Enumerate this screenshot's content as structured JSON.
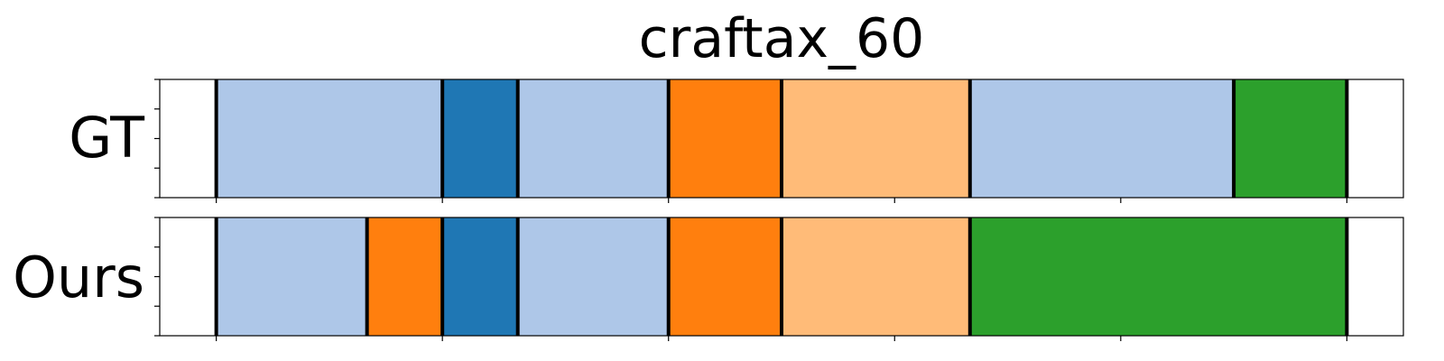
{
  "chart_data": {
    "type": "segmentation",
    "title": "craftax_60",
    "xlim": [
      0,
      330
    ],
    "x_ticks": [
      15,
      75,
      135,
      195,
      255,
      315
    ],
    "x_tick_labels_shown": false,
    "y_ticks_per_row": 5,
    "boundary_color": "#000000",
    "rows": [
      {
        "label": "GT",
        "segments": [
          {
            "start": 15,
            "end": 75,
            "color": "#aec7e8"
          },
          {
            "start": 75,
            "end": 95,
            "color": "#1f77b4"
          },
          {
            "start": 95,
            "end": 135,
            "color": "#aec7e8"
          },
          {
            "start": 135,
            "end": 165,
            "color": "#ff7f0e"
          },
          {
            "start": 165,
            "end": 215,
            "color": "#ffbb78"
          },
          {
            "start": 215,
            "end": 285,
            "color": "#aec7e8"
          },
          {
            "start": 285,
            "end": 315,
            "color": "#2ca02c"
          }
        ]
      },
      {
        "label": "Ours",
        "segments": [
          {
            "start": 15,
            "end": 55,
            "color": "#aec7e8"
          },
          {
            "start": 55,
            "end": 75,
            "color": "#ff7f0e"
          },
          {
            "start": 75,
            "end": 95,
            "color": "#1f77b4"
          },
          {
            "start": 95,
            "end": 135,
            "color": "#aec7e8"
          },
          {
            "start": 135,
            "end": 165,
            "color": "#ff7f0e"
          },
          {
            "start": 165,
            "end": 215,
            "color": "#ffbb78"
          },
          {
            "start": 215,
            "end": 315,
            "color": "#2ca02c"
          }
        ]
      }
    ]
  }
}
